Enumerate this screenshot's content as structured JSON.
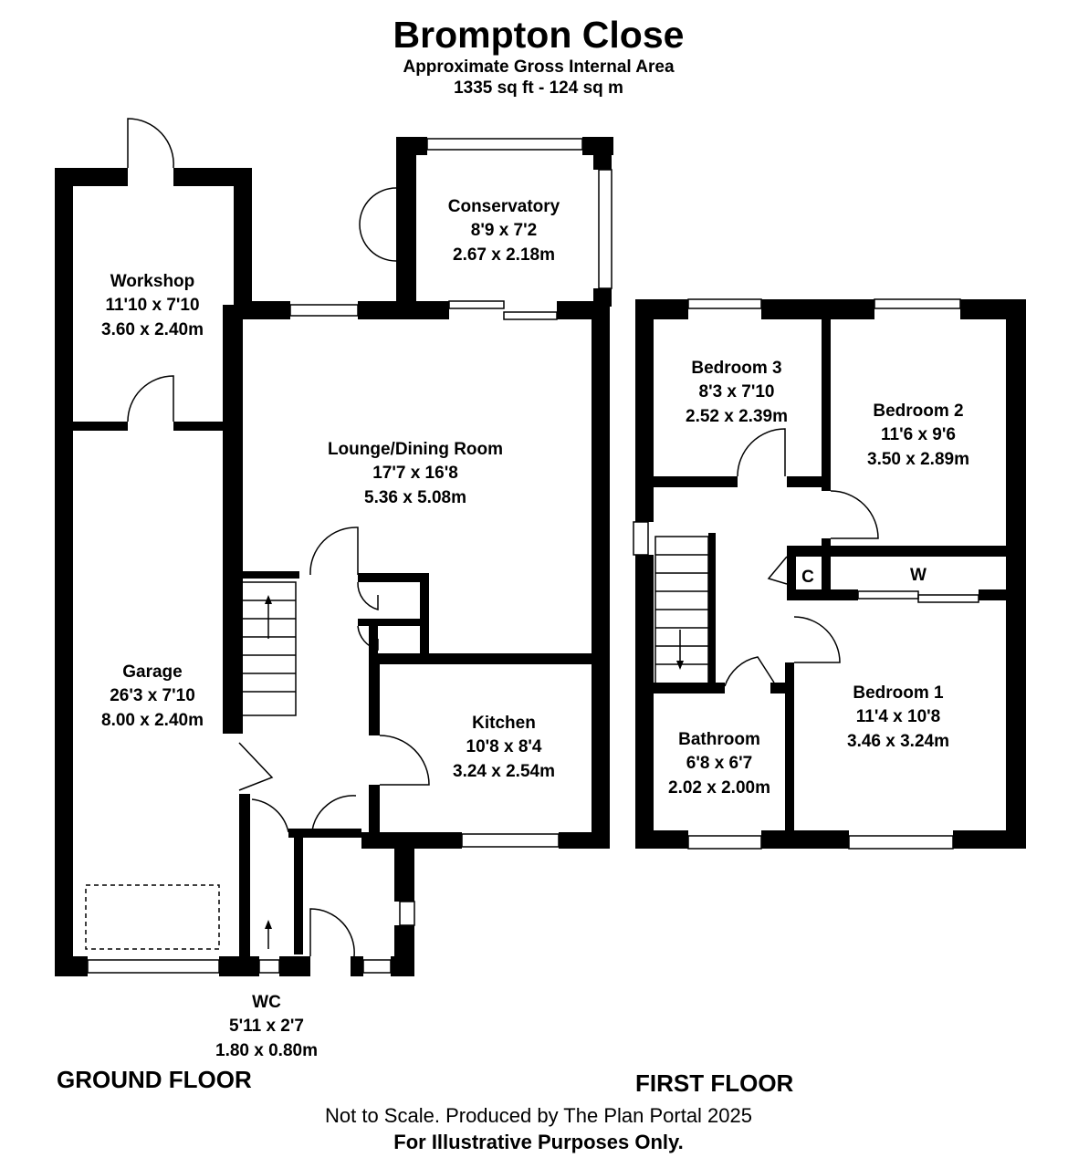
{
  "header": {
    "title": "Brompton Close",
    "subtitle": "Approximate Gross Internal Area",
    "area": "1335 sq ft - 124 sq m"
  },
  "ground_floor": {
    "label": "GROUND FLOOR",
    "rooms": {
      "workshop": {
        "name": "Workshop",
        "imperial": "11'10 x 7'10",
        "metric": "3.60 x 2.40m"
      },
      "conservatory": {
        "name": "Conservatory",
        "imperial": "8'9 x 7'2",
        "metric": "2.67 x 2.18m"
      },
      "lounge": {
        "name": "Lounge/Dining Room",
        "imperial": "17'7 x 16'8",
        "metric": "5.36 x 5.08m"
      },
      "garage": {
        "name": "Garage",
        "imperial": "26'3 x 7'10",
        "metric": "8.00 x 2.40m"
      },
      "kitchen": {
        "name": "Kitchen",
        "imperial": "10'8 x 8'4",
        "metric": "3.24 x 2.54m"
      },
      "wc": {
        "name": "WC",
        "imperial": "5'11 x 2'7",
        "metric": "1.80 x 0.80m"
      }
    }
  },
  "first_floor": {
    "label": "FIRST FLOOR",
    "rooms": {
      "bedroom3": {
        "name": "Bedroom 3",
        "imperial": "8'3 x 7'10",
        "metric": "2.52 x 2.39m"
      },
      "bedroom2": {
        "name": "Bedroom 2",
        "imperial": "11'6 x 9'6",
        "metric": "3.50 x 2.89m"
      },
      "bedroom1": {
        "name": "Bedroom 1",
        "imperial": "11'4 x 10'8",
        "metric": "3.46 x 3.24m"
      },
      "bathroom": {
        "name": "Bathroom",
        "imperial": "6'8 x 6'7",
        "metric": "2.02 x 2.00m"
      },
      "cupboard": {
        "name": "C"
      },
      "wardrobe": {
        "name": "W"
      }
    }
  },
  "footer": {
    "note": "Not to Scale. Produced by The Plan Portal 2025",
    "disclaimer": "For Illustrative Purposes Only."
  }
}
